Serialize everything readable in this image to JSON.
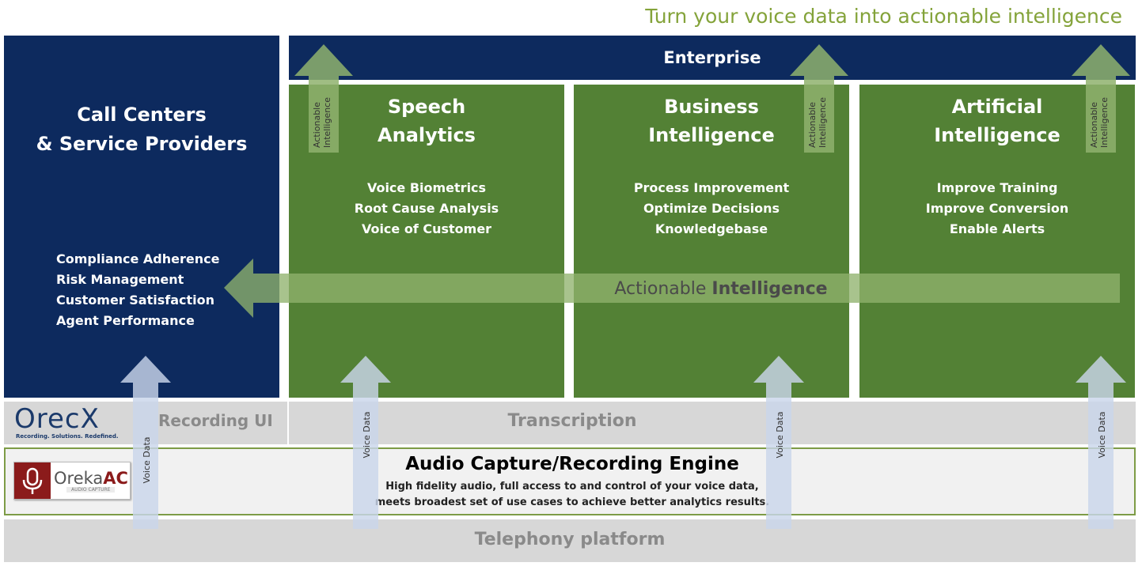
{
  "tagline": "Turn your voice data into actionable intelligence",
  "call_centers": {
    "title_line1": "Call Centers",
    "title_line2": "& Service Providers",
    "items": [
      "Compliance Adherence",
      "Risk Management",
      "Customer Satisfaction",
      "Agent Performance"
    ]
  },
  "enterprise": "Enterprise",
  "columns": [
    {
      "title_line1": "Speech",
      "title_line2": "Analytics",
      "items": [
        "Voice Biometrics",
        "Root Cause Analysis",
        "Voice of Customer"
      ]
    },
    {
      "title_line1": "Business",
      "title_line2": "Intelligence",
      "items": [
        "Process Improvement",
        "Optimize Decisions",
        "Knowledgebase"
      ]
    },
    {
      "title_line1": "Artificial",
      "title_line2": "Intelligence",
      "items": [
        "Improve Training",
        "Improve Conversion",
        "Enable Alerts"
      ]
    }
  ],
  "actionable_intelligence": {
    "normal": "Actionable ",
    "bold": "Intelligence"
  },
  "up_arrow_label": {
    "line1": "Actionable",
    "line2": "Intelligence"
  },
  "voice_data_label": "Voice Data",
  "recording_ui": "Recording UI",
  "transcription": "Transcription",
  "audio_engine": {
    "title": "Audio Capture/Recording Engine",
    "desc_line1": "High fidelity audio, full access to and control of your voice data,",
    "desc_line2": "meets broadest set of use cases to achieve better analytics results."
  },
  "telephony": "Telephony platform",
  "logos": {
    "orecx": {
      "word": "OrecX",
      "tagline": "Recording. Solutions. Redefined."
    },
    "oreka": {
      "word_a": "Oreka",
      "word_b": "AC",
      "sub": "AUDIO CAPTURE"
    }
  },
  "colors": {
    "navy": "#0d2a5e",
    "green": "#538135",
    "grey": "#d7d7d7",
    "tagline": "#84a33a",
    "arrow_blue": "#c9d6ea",
    "arrow_green": "#8fb26d"
  }
}
